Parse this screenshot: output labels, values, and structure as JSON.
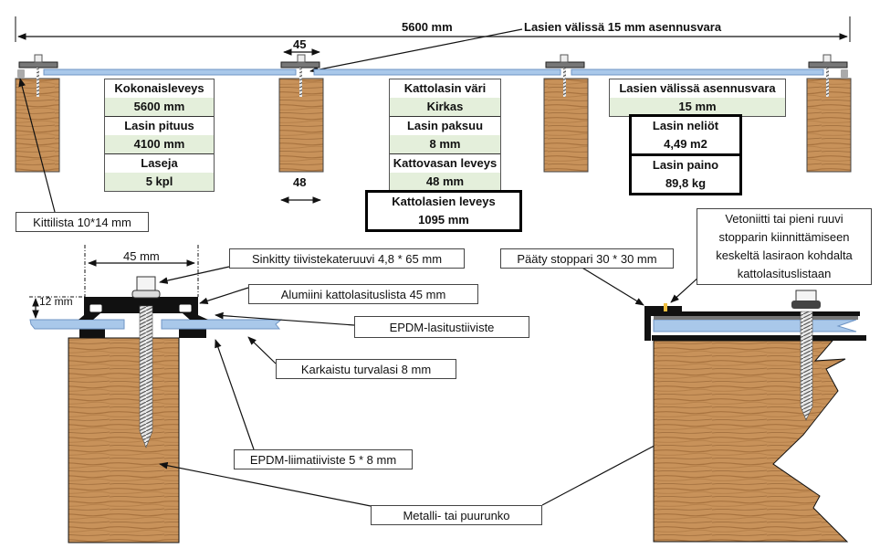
{
  "top": {
    "total_width_label": "5600 mm",
    "gap_note": "Lasien välissä 15 mm asennusvara",
    "batten_width_label": "45",
    "rafter_width_label": "48"
  },
  "tables": {
    "left": [
      {
        "label": "Kokonaisleveys",
        "value": "5600 mm"
      },
      {
        "label": "Lasin pituus",
        "value": "4100 mm"
      },
      {
        "label": "Laseja",
        "value": "5 kpl"
      }
    ],
    "middle": [
      {
        "label": "Kattolasin väri",
        "value": "Kirkas"
      },
      {
        "label": "Lasin paksuu",
        "value": "8 mm"
      },
      {
        "label": "Kattovasan leveys",
        "value": "48 mm"
      }
    ],
    "middle_highlight": {
      "label": "Kattolasien leveys",
      "value": "1095 mm"
    },
    "right": {
      "label": "Lasien välissä asennusvara",
      "value": "15 mm"
    },
    "right_highlight": [
      {
        "label": "Lasin neliöt",
        "value": "4,49 m2"
      },
      {
        "label": "Lasin paino",
        "value": "89,8 kg"
      }
    ]
  },
  "callouts": {
    "kittilista": "Kittilista 10*14 mm",
    "screw": "Sinkitty tiivistekateruuvi 4,8 * 65 mm",
    "profile": "Alumiini kattolasituslista 45 mm",
    "epdm_glazing": "EPDM-lasitustiiviste",
    "glass": "Karkaistu turvalasi  8 mm",
    "epdm_adhesive": "EPDM-liimatiiviste 5 * 8 mm",
    "frame": "Metalli- tai puurunko",
    "end_stopper": "Pääty stoppari 30 * 30 mm",
    "rivet": [
      "Vetoniitti tai pieni ruuvi",
      "stopparin kiinnittämiseen",
      "keskeltä lasiraon kohdalta",
      "kattolasituslistaan"
    ]
  },
  "detail": {
    "width_label": "45 mm",
    "height_label": "12 mm"
  },
  "colors": {
    "wood": "#c8925a",
    "wood_dark": "#9c6a3a",
    "glass": "#a9c8ea",
    "glass_edge": "#6f95c4",
    "value_bg": "#e4efdb",
    "profile": "#111111",
    "cap": "#777777"
  }
}
